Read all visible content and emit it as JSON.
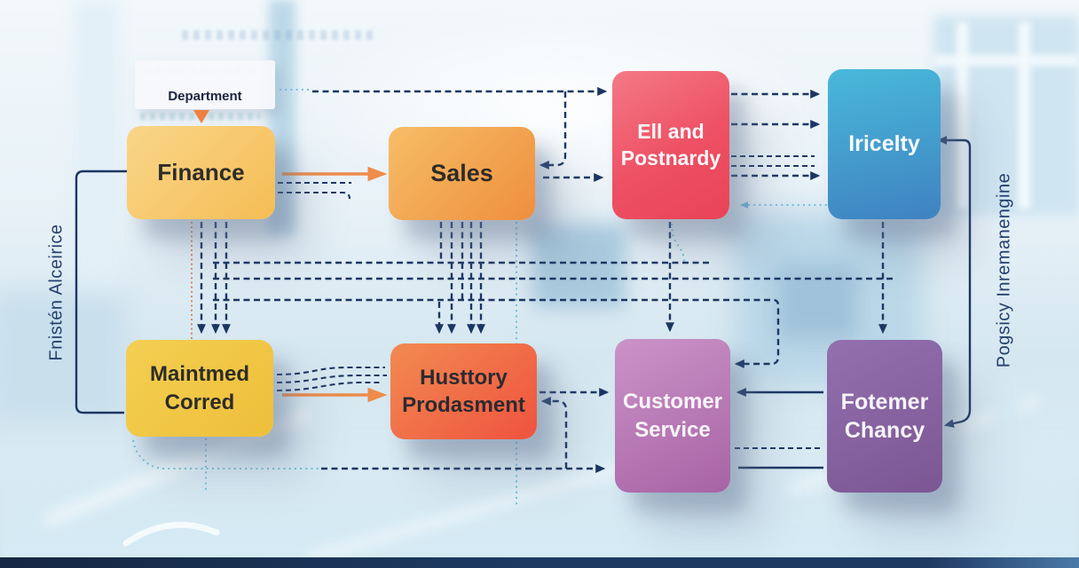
{
  "diagram": {
    "department_tag": {
      "label": "Department"
    },
    "side_labels": {
      "left": "Fnistén Alceirice",
      "right": "Pogsicy Inremanengine"
    },
    "boxes": {
      "finance": {
        "label": "Finance",
        "color_start": "#f9d689",
        "color_end": "#f5bd55",
        "text_color": "#2e2c28"
      },
      "sales": {
        "label": "Sales",
        "color_start": "#f7bd66",
        "color_end": "#ee8f3e",
        "text_color": "#2e2c28"
      },
      "bill_postnardy": {
        "label": "Ell and\nPostnardy",
        "color_start": "#f37a86",
        "color_end": "#e94356",
        "text_color": "#fdf8fa"
      },
      "iricelty": {
        "label": "Iricelty",
        "color_start": "#49b9da",
        "color_end": "#3f82c1",
        "text_color": "#f6fafd"
      },
      "maintmed": {
        "label": "Maintmed\nCorred",
        "color_start": "#f4cf52",
        "color_end": "#edbf3a",
        "text_color": "#2e2c28"
      },
      "husttory": {
        "label": "Husttory\nProdasment",
        "color_start": "#f28a51",
        "color_end": "#ef533f",
        "text_color": "#2b2a30"
      },
      "customer_service": {
        "label": "Customer\nService",
        "color_start": "#cb93c8",
        "color_end": "#a763a5",
        "text_color": "#faf5fa"
      },
      "fotemer": {
        "label": "Fotemer\nChancy",
        "color_start": "#9370ae",
        "color_end": "#7b5693",
        "text_color": "#f8f4fb"
      }
    },
    "connector_colors": {
      "navy_dashed": "#1c3663",
      "cyan_dotted": "#74bedd",
      "orange_arrow": "#ee8c4a",
      "red_dotted": "#dd6233"
    }
  }
}
